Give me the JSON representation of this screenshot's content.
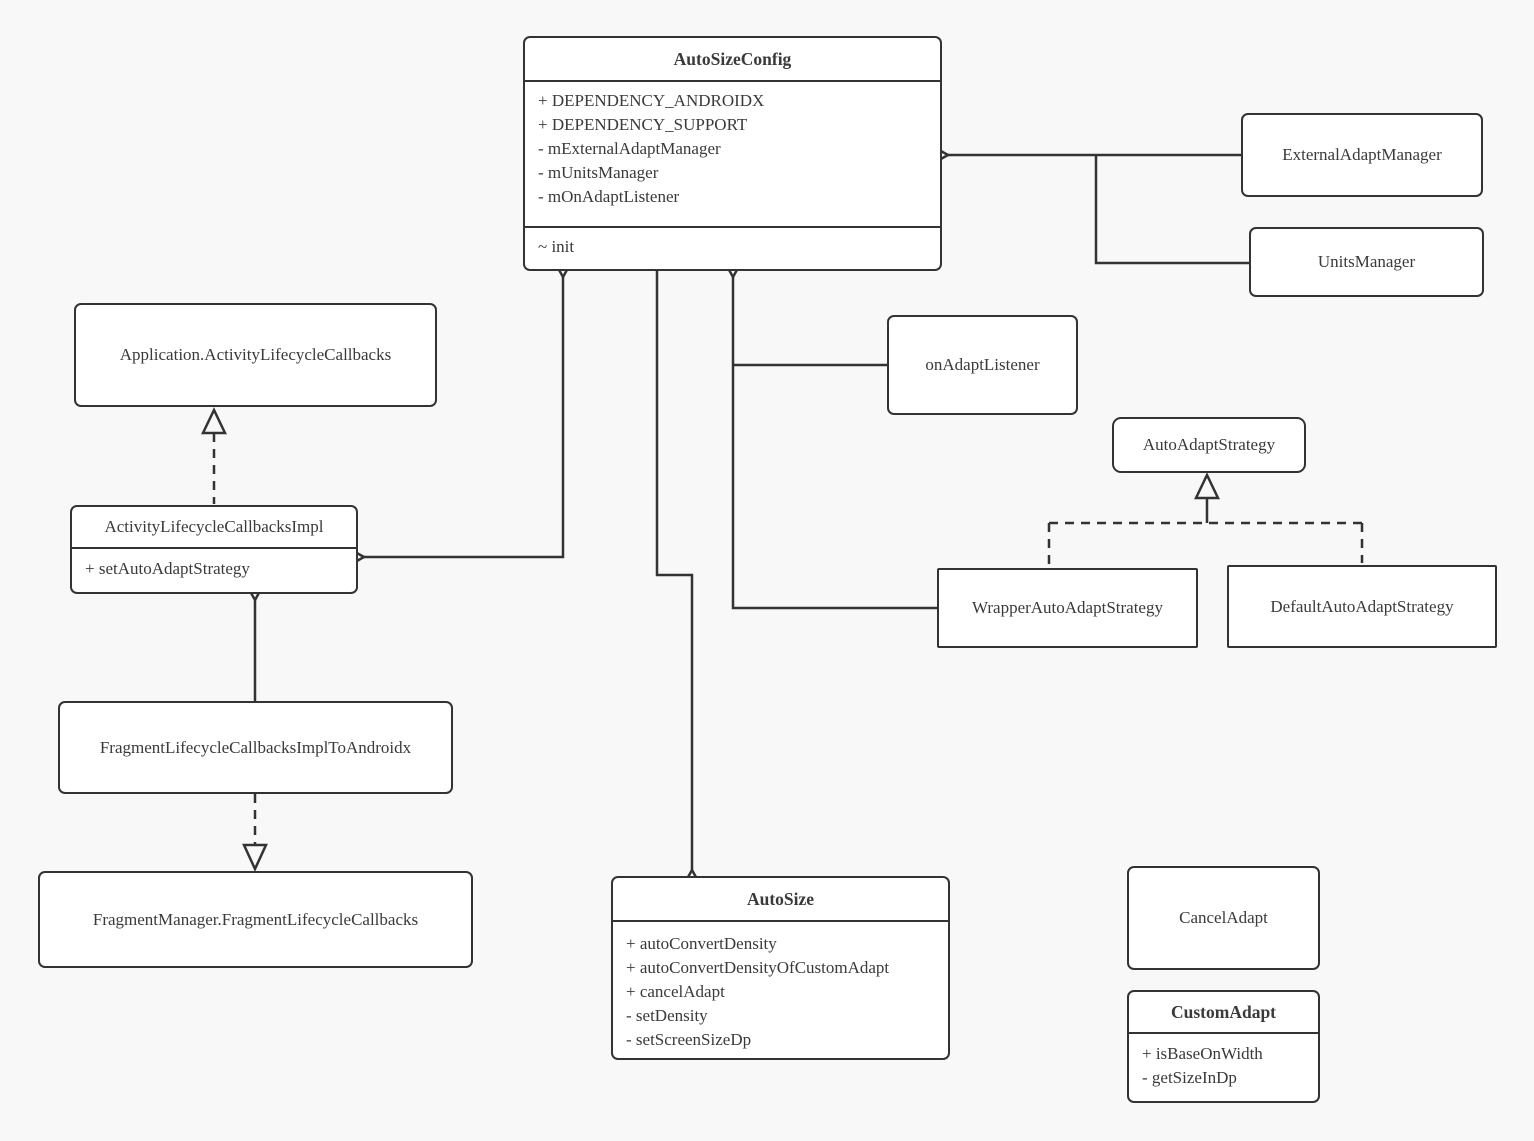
{
  "classes": {
    "autoSizeConfig": {
      "title": "AutoSizeConfig",
      "fields": [
        "+ DEPENDENCY_ANDROIDX",
        "+ DEPENDENCY_SUPPORT",
        "- mExternalAdaptManager",
        "- mUnitsManager",
        "- mOnAdaptListener"
      ],
      "methods": [
        "~ init"
      ]
    },
    "externalAdaptManager": {
      "title": "ExternalAdaptManager"
    },
    "unitsManager": {
      "title": "UnitsManager"
    },
    "onAdaptListener": {
      "title": "onAdaptListener"
    },
    "autoAdaptStrategy": {
      "title": "AutoAdaptStrategy"
    },
    "wrapperAutoAdaptStrategy": {
      "title": "WrapperAutoAdaptStrategy"
    },
    "defaultAutoAdaptStrategy": {
      "title": "DefaultAutoAdaptStrategy"
    },
    "applicationActivityLifecycleCallbacks": {
      "title": "Application.ActivityLifecycleCallbacks"
    },
    "activityLifecycleCallbacksImpl": {
      "title": "ActivityLifecycleCallbacksImpl",
      "methods": [
        "+ setAutoAdaptStrategy"
      ]
    },
    "fragmentLifecycleCallbacksImplToAndroidx": {
      "title": "FragmentLifecycleCallbacksImplToAndroidx"
    },
    "fragmentManagerFragmentLifecycleCallbacks": {
      "title": "FragmentManager.FragmentLifecycleCallbacks"
    },
    "autoSize": {
      "title": "AutoSize",
      "methods": [
        "+ autoConvertDensity",
        "+ autoConvertDensityOfCustomAdapt",
        "+ cancelAdapt",
        "- setDensity",
        "- setScreenSizeDp"
      ]
    },
    "cancelAdapt": {
      "title": "CancelAdapt"
    },
    "customAdapt": {
      "title": "CustomAdapt",
      "methods": [
        "+ isBaseOnWidth",
        "- getSizeInDp"
      ]
    }
  },
  "colors": {
    "background": "#f8f8f8",
    "box_fill": "#ffffff",
    "line": "#333333",
    "text": "#3a3a3a"
  }
}
